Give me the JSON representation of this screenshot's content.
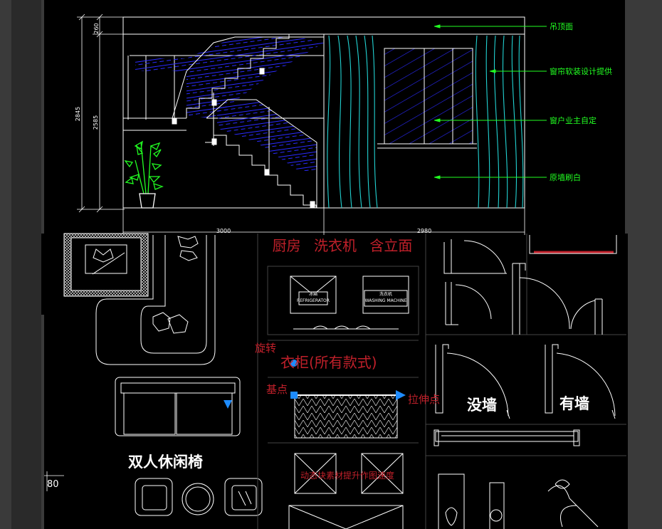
{
  "colors": {
    "background": "#000000",
    "outer_frame": "#3a3a3a",
    "line_white": "#ffffff",
    "hatch_blue": "#2a2aff",
    "curtain_cyan": "#22d3d3",
    "leader_green": "#22ff22",
    "label_red": "#c0202a",
    "grip_blue": "#1e8cff"
  },
  "elevation": {
    "dimensions": {
      "left_top": "260",
      "left_full": "2845",
      "left_inner": "2585",
      "bottom_left": "3000",
      "bottom_right": "2980"
    },
    "annotations": {
      "ceiling": "吊顶面",
      "curtain": "窗帘软装设计提供",
      "window": "窗户业主自定",
      "wall": "原墙刷白"
    }
  },
  "blocks": {
    "kitchen_title": "厨房 洗衣机 含立面",
    "fridge_cn": "冰箱",
    "fridge_en": "REFRIGERATOR",
    "washer_cn": "洗衣机",
    "washer_en": "WASHING MACHINE",
    "rotate": "旋转",
    "wardrobe": "衣柜(所有款式)",
    "base_point": "基点",
    "stretch_point": "拉伸点",
    "dynamic_note": "动态块素材提升作图速度",
    "no_wall": "没墙",
    "with_wall": "有墙",
    "double_chair": "双人休闲椅",
    "edge_number": "80"
  }
}
